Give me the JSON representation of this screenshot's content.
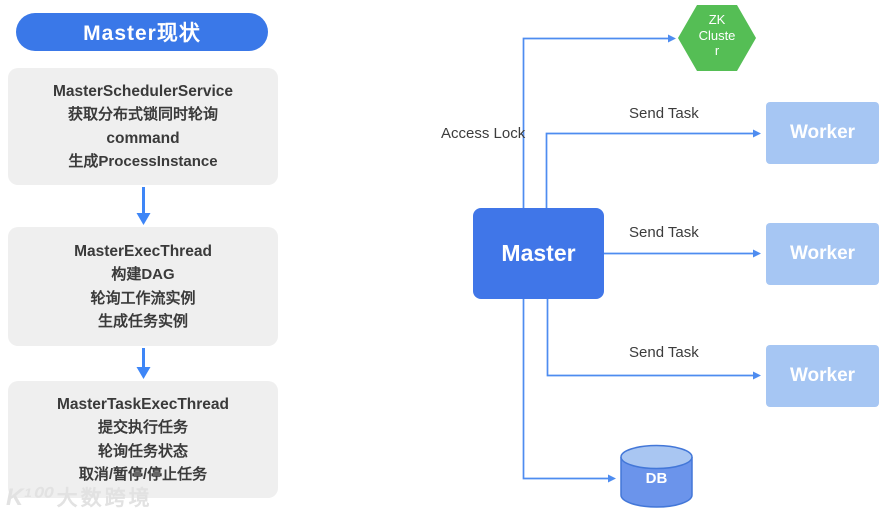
{
  "title": "Master现状",
  "steps": [
    {
      "lines": [
        "MasterSchedulerService",
        "获取分布式锁同时轮询",
        "command",
        "生成ProcessInstance"
      ]
    },
    {
      "lines": [
        "MasterExecThread",
        "构建DAG",
        "轮询工作流实例",
        "生成任务实例"
      ]
    },
    {
      "lines": [
        "MasterTaskExecThread",
        "提交执行任务",
        "轮询任务状态",
        "取消/暂停/停止任务"
      ]
    }
  ],
  "diagram": {
    "master": "Master",
    "zk": [
      "ZK",
      "Cluste",
      "r"
    ],
    "workers": [
      "Worker",
      "Worker",
      "Worker"
    ],
    "db": "DB",
    "access_lock": "Access Lock",
    "send_task": [
      "Send Task",
      "Send Task",
      "Send Task"
    ]
  },
  "watermark": {
    "logo": "K¹⁰⁰",
    "text": "大数跨境"
  },
  "colors": {
    "title_pill_blue": "#3a78e8",
    "master_blue": "#4076e8",
    "worker_light_blue": "#a6c6f3",
    "zk_green": "#55be55",
    "connector_blue": "#4e8cf0",
    "left_arrow_blue": "#3e86f7",
    "step_box_gray": "#efefef",
    "text_dark": "#3a3a3a",
    "db_body_blue": "#6b94eb",
    "db_top_blue": "#a9c6f2",
    "db_stroke_blue": "#4377d8"
  }
}
